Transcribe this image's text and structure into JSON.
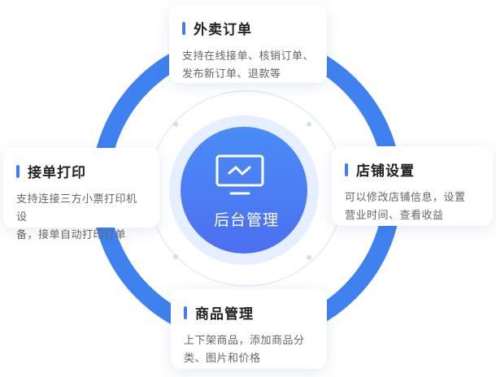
{
  "center": {
    "label": "后台管理",
    "icon": "monitor-chart-icon"
  },
  "colors": {
    "ring": "#3f82ef",
    "accent_bar": "#3f7ff0",
    "center_fill_top": "#4a8cf6",
    "center_fill_bottom": "#4d6ff0",
    "halo": "#e6efff"
  },
  "features": {
    "top": {
      "title": "外卖订单",
      "desc_line1": "支持在线接单、核销订单、",
      "desc_line2": "发布新订单、退款等"
    },
    "left": {
      "title": "接单打印",
      "desc_line1": "支持连接三方小票打印机设",
      "desc_line2": "备，接单自动打印订单"
    },
    "right": {
      "title": "店铺设置",
      "desc_line1": "可以修改店铺信息，设置",
      "desc_line2": "营业时间、查看收益"
    },
    "bottom": {
      "title": "商品管理",
      "desc_line1": "上下架商品，添加商品分",
      "desc_line2": "类、图片和价格"
    }
  }
}
